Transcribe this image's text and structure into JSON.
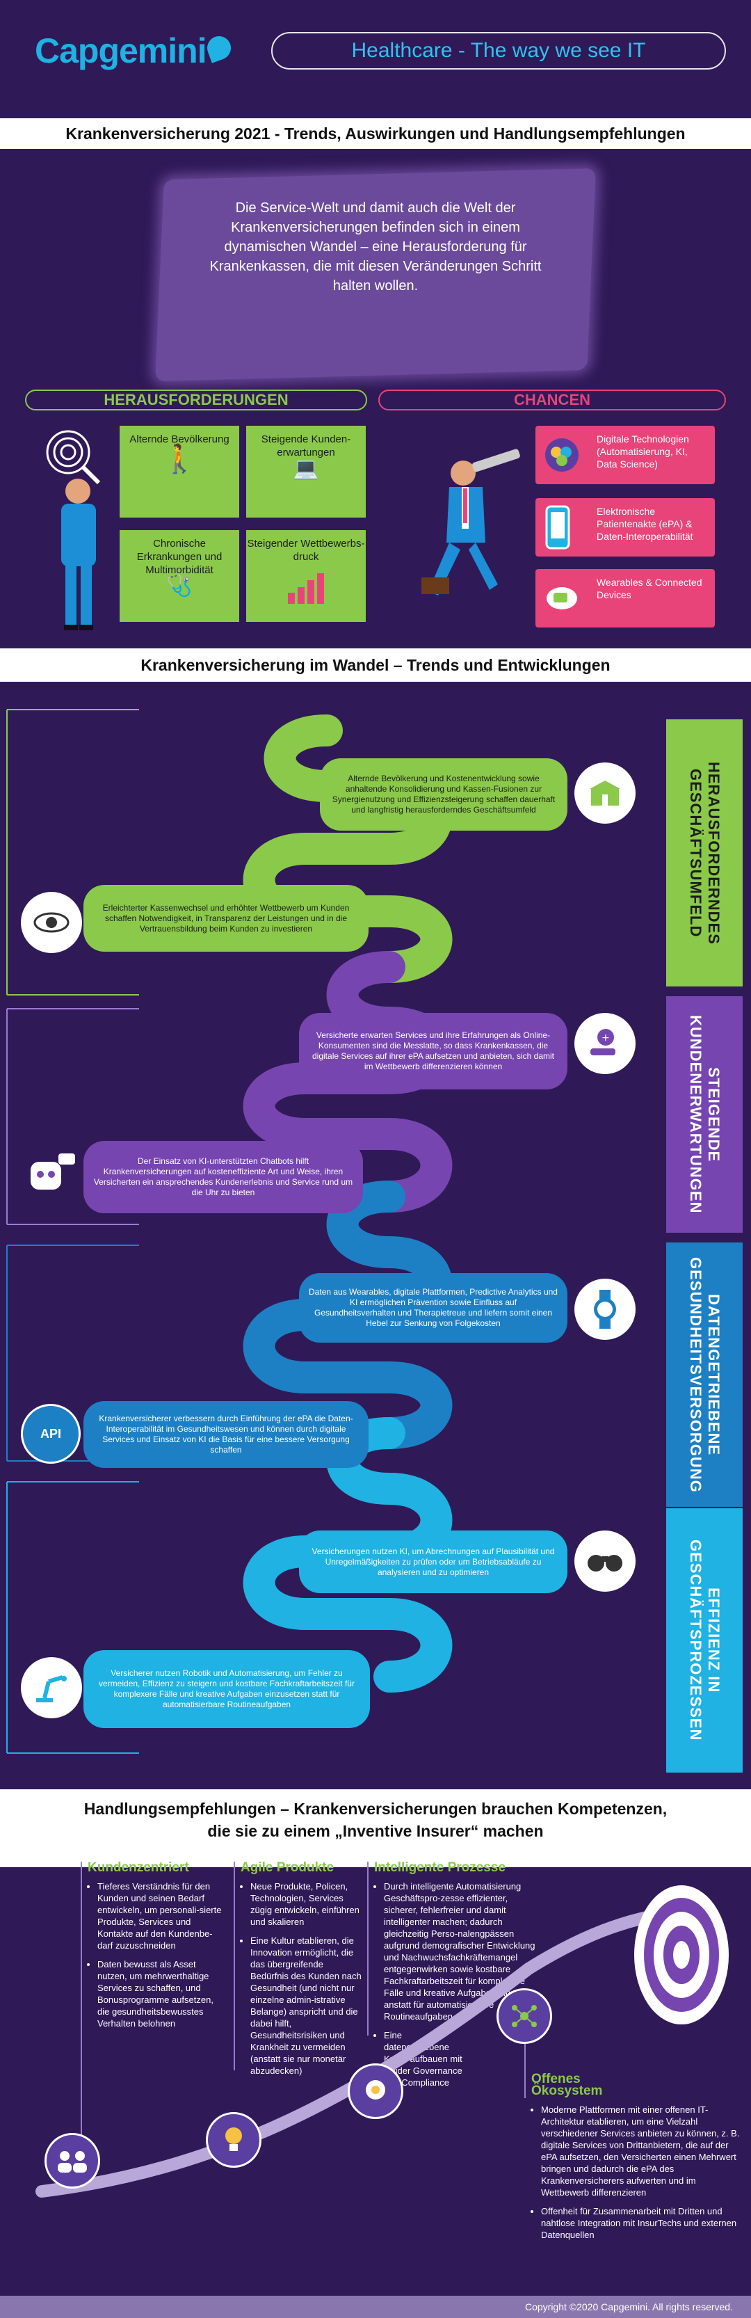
{
  "header": {
    "brand": "Capgemini",
    "tagline": "Healthcare - The way we see IT"
  },
  "section1": {
    "title": "Krankenversicherung 2021 - Trends, Auswirkungen und Handlungsempfehlungen",
    "intro": "Die Service-Welt und damit auch die Welt der Krankenversicherungen befinden sich in einem dynamischen Wandel – eine Herausforderung für Krankenkassen, die mit diesen Veränderungen Schritt halten wollen.",
    "challenges_title": "HERAUSFORDERUNGEN",
    "chances_title": "CHANCEN",
    "challenges": [
      "Alternde Bevölkerung",
      "Steigende Kunden-erwartungen",
      "Chronische Erkrankungen und Multimorbidität",
      "Steigender Wettbewerbs-druck"
    ],
    "chances": [
      "Digitale Technologien (Automatisierung, KI, Data Science)",
      "Elektronische Patientenakte (ePA) & Daten-Interoperabilität",
      "Wearables & Connected Devices"
    ]
  },
  "section2": {
    "title": "Krankenversicherung im Wandel – Trends und Entwicklungen",
    "labels": [
      "HERAUSFORDERNDES GESCHÄFTSUMFELD",
      "STEIGENDE KUNDENERWARTUNGEN",
      "DATENGETRIEBENE GESUNDHEITSVERSORGUNG",
      "EFFIZIENZ IN GESCHÄFTSPROZESSEN"
    ],
    "items": [
      "Alternde Bevölkerung und Kostenentwicklung sowie anhaltende Konsolidierung und Kassen-Fusionen zur Synergienutzung und Effizienzsteigerung schaffen dauerhaft und langfristig herausforderndes Geschäftsumfeld",
      "Erleichterter Kassenwechsel und erhöhter Wettbewerb um Kunden schaffen Notwendigkeit, in Transparenz der Leistungen und in die Vertrauensbildung beim Kunden zu investieren",
      "Versicherte erwarten Services und ihre Erfahrungen als Online-Konsumenten sind die Messlatte, so dass Krankenkassen, die digitale Services auf ihrer ePA aufsetzen und anbieten, sich damit im Wettbewerb differenzieren können",
      "Der Einsatz von KI-unterstützten Chatbots hilft Krankenversicherungen auf kosteneffiziente Art und Weise, ihren Versicherten ein ansprechendes Kundenerlebnis und Service rund um die Uhr zu bieten",
      "Daten aus Wearables, digitale Plattformen, Predictive Analytics und KI ermöglichen Prävention sowie Einfluss auf Gesundheitsverhalten und Therapietreue und liefern somit einen Hebel zur Senkung von Folgekosten",
      "Krankenversicherer verbessern durch Einführung der ePA die Daten-Interoperabilität im Gesundheitswesen und können durch digitale Services und Einsatz von KI die Basis für eine bessere Versorgung schaffen",
      "Versicherungen nutzen KI, um Abrechnungen auf Plausibilität und Unregelmäßigkeiten zu prüfen oder um Betriebsabläufe zu analysieren und zu optimieren",
      "Versicherer nutzen Robotik und Automatisierung, um Fehler zu vermeiden, Effizienz zu steigern und kostbare Fachkraftarbeitszeit für komplexere Fälle und kreative Aufgaben einzusetzen statt für automatisierbare Routineaufgaben"
    ],
    "api_label": "API"
  },
  "section3": {
    "title_line1": "Handlungsempfehlungen – Krankenversicherungen brauchen Kompetenzen,",
    "title_line2": "die sie zu einem „Inventive Insurer“ machen",
    "columns": [
      {
        "title": "Kundenzentriert",
        "items": [
          "Tieferes Verständnis für den Kunden und seinen Bedarf entwickeln, um personali-sierte Produkte, Services und Kontakte auf den Kundenbe-darf zuzuschneiden",
          "Daten bewusst als Asset nutzen, um mehrwerthaltige Services zu schaffen, und Bonusprogramme aufsetzen, die gesundheitsbewusstes Verhalten belohnen"
        ]
      },
      {
        "title": "Agile Produkte",
        "items": [
          "Neue Produkte, Policen, Technologien, Services zügig entwickeln, einführen und skalieren",
          "Eine Kultur etablieren, die Innovation ermöglicht, die das übergreifende Bedürfnis des Kunden nach Gesundheit (und nicht nur einzelne admin-istrative Belange) anspricht und die dabei hilft, Gesundheitsrisiken und Krankheit zu vermeiden (anstatt sie nur monetär abzudecken)"
        ]
      },
      {
        "title": "Intelligente Prozesse",
        "items": [
          "Durch intelligente Automatisierung Geschäftspro-zesse effizienter, sicherer, fehlerfreier und damit intelligenter machen; dadurch gleichzeitig Perso-nalengpässen aufgrund demografischer Entwicklung und Nachwuchsfachkräftemangel entgegenwirken sowie kostbare Fachkraftarbeitszeit für komplexere Fälle und kreative Aufgaben einsetzen anstatt für automatisierbare Routineaufgaben",
          "Eine datengetriebene Kultur aufbauen mit solider Governance und Compliance"
        ]
      },
      {
        "title": "Offenes Ökosystem",
        "items": [
          "Moderne Plattformen mit einer offenen IT-Architektur etablieren, um eine Vielzahl verschiedener Services anbieten zu können, z. B. digitale Services von Drittanbietern, die auf der ePA aufsetzen, den Versicherten einen Mehrwert bringen und dadurch die ePA des Krankenversicherers aufwerten und im Wettbewerb differenzieren",
          "Offenheit für Zusammenarbeit mit Dritten und nahtlose Integration mit InsurTechs und externen Datenquellen"
        ]
      }
    ]
  },
  "footer": {
    "copyright": "Copyright ©2020 Capgemini. All rights reserved."
  },
  "colors": {
    "background": "#2f1957",
    "green": "#8bc94a",
    "pink": "#e8447a",
    "purple": "#6b3fa0",
    "blue": "#1d80c4",
    "cyan": "#1fb2e3"
  }
}
